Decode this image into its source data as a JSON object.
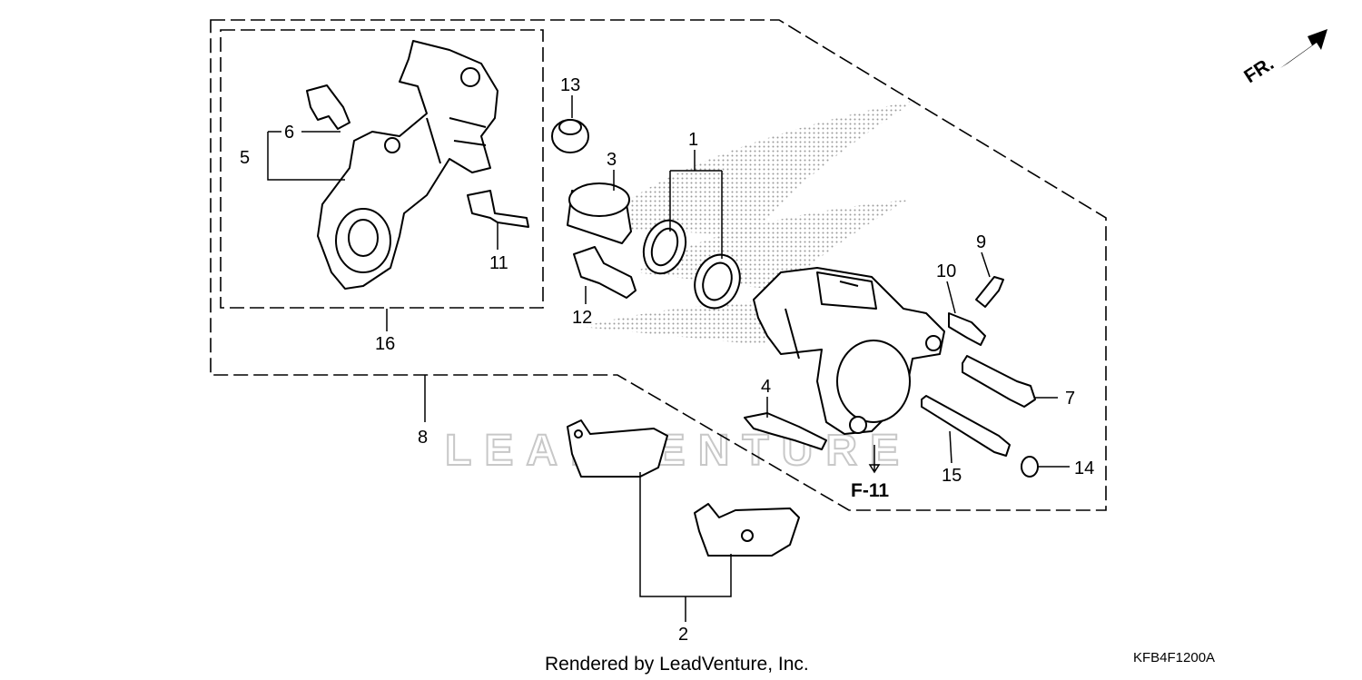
{
  "diagram": {
    "labels": {
      "p1": "1",
      "p2": "2",
      "p3": "3",
      "p4": "4",
      "p5": "5",
      "p6": "6",
      "p7": "7",
      "p8": "8",
      "p9": "9",
      "p10": "10",
      "p11": "11",
      "p12": "12",
      "p13": "13",
      "p14": "14",
      "p15": "15",
      "p16": "16"
    },
    "reference": "F-11",
    "direction": "FR.",
    "watermark": "LEADVENTURE",
    "credit": "Rendered by LeadVenture, Inc.",
    "diagram_code": "KFB4F1200A"
  }
}
